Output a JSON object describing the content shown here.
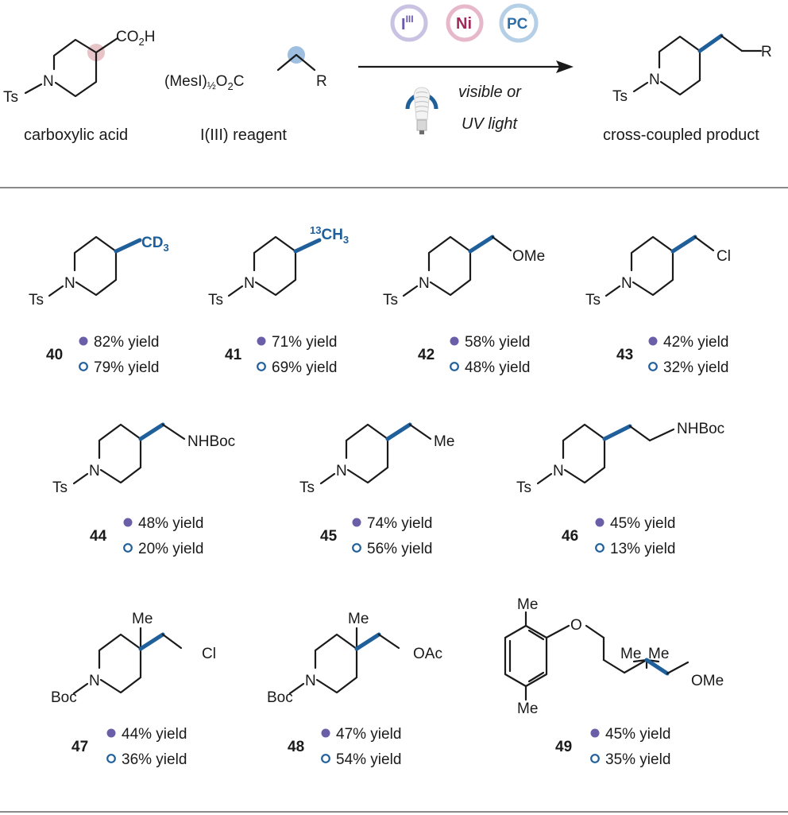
{
  "scheme": {
    "labels": {
      "acid": "carboxylic acid",
      "reagent": "I(III) reagent",
      "product": "cross-coupled product",
      "light1": "visible or",
      "light2": "UV light"
    },
    "atoms": {
      "co2h": "CO",
      "co2h_sub": "2",
      "co2h_end": "H",
      "n": "N",
      "ts": "Ts",
      "r": "R",
      "mesi": "(MesI)",
      "half": "½",
      "o2c": "O",
      "o2c_sub": "2",
      "o2c_end": "C"
    },
    "catalysts": [
      "I",
      "Ni",
      "PC"
    ],
    "catalyst_sup": "III",
    "colors": {
      "iodine": "#7b6db5",
      "nickel": "#a0285a",
      "photocat": "#2f6fa8",
      "accent_blue": "#1f5f9a",
      "filled_dot": "#6b5ea8"
    }
  },
  "products": [
    {
      "id": "40",
      "sub": "CD3",
      "yield_filled": "82% yield",
      "yield_open": "79% yield"
    },
    {
      "id": "41",
      "sub": "13CH3",
      "yield_filled": "71% yield",
      "yield_open": "69% yield"
    },
    {
      "id": "42",
      "sub": "OMe",
      "yield_filled": "58% yield",
      "yield_open": "48% yield"
    },
    {
      "id": "43",
      "sub": "Cl",
      "yield_filled": "42% yield",
      "yield_open": "32% yield"
    },
    {
      "id": "44",
      "sub": "NHBoc",
      "yield_filled": "48% yield",
      "yield_open": "20% yield"
    },
    {
      "id": "45",
      "sub": "Me",
      "yield_filled": "74% yield",
      "yield_open": "56% yield"
    },
    {
      "id": "46",
      "sub": "NHBoc",
      "yield_filled": "45% yield",
      "yield_open": "13% yield"
    },
    {
      "id": "47",
      "sub": "Cl",
      "yield_filled": "44% yield",
      "yield_open": "36% yield"
    },
    {
      "id": "48",
      "sub": "OAc",
      "yield_filled": "47% yield",
      "yield_open": "54% yield"
    },
    {
      "id": "49",
      "sub": "OMe",
      "yield_filled": "45% yield",
      "yield_open": "35% yield"
    }
  ],
  "atom_text": {
    "cd": "CD",
    "three": "3",
    "c13": "13",
    "ch": "CH",
    "ome": "OMe",
    "cl": "Cl",
    "nhboc": "NHBoc",
    "me": "Me",
    "oac": "OAc",
    "boc": "Boc",
    "o": "O"
  }
}
